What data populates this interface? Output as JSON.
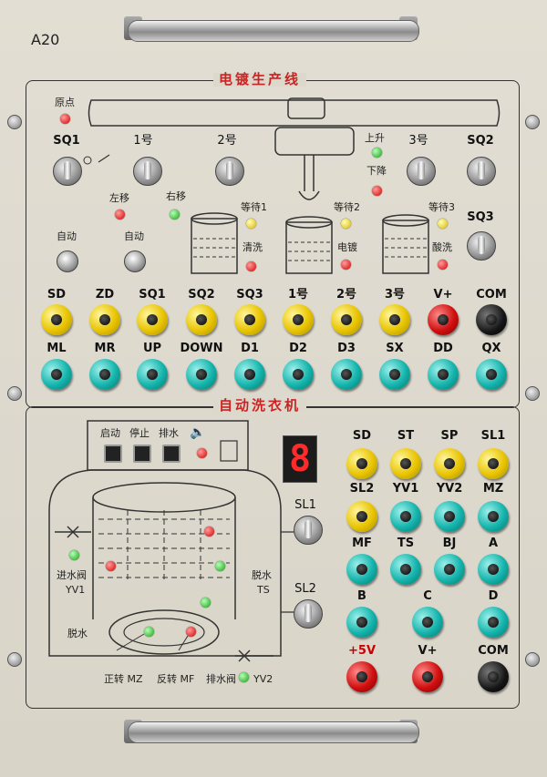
{
  "panel_id": "A20",
  "sections": {
    "top_title": "电镀生产线",
    "bottom_title": "自动洗衣机"
  },
  "plating": {
    "origin": "原点",
    "sq1": "SQ1",
    "no1": "1号",
    "no2": "2号",
    "no3": "3号",
    "sq2": "SQ2",
    "sq3": "SQ3",
    "up": "上升",
    "down": "下降",
    "left": "左移",
    "right": "右移",
    "auto1": "自动",
    "auto2": "自动",
    "wait1": "等待1",
    "wait2": "等待2",
    "wait3": "等待3",
    "rinse": "清洗",
    "plate": "电镀",
    "pickle": "酸洗"
  },
  "jacks_row1": [
    "SD",
    "ZD",
    "SQ1",
    "SQ2",
    "SQ3",
    "1号",
    "2号",
    "3号",
    "V+",
    "COM"
  ],
  "jacks_row2": [
    "ML",
    "MR",
    "UP",
    "DOWN",
    "D1",
    "D2",
    "D3",
    "SX",
    "DD",
    "QX"
  ],
  "washer": {
    "start": "启动",
    "stop": "停止",
    "drain": "排水",
    "sl1": "SL1",
    "sl2": "SL2",
    "inlet_valve": "进水阀",
    "yv1": "YV1",
    "spin_label": "脱水",
    "ts": "TS",
    "spin_left": "脱水",
    "forward": "正转 MZ",
    "reverse": "反转 MF",
    "drain_valve": "排水阀",
    "yv2": "YV2",
    "seven_seg_digit": "8"
  },
  "jacks_washer": {
    "r1": [
      "SD",
      "ST",
      "SP",
      "SL1"
    ],
    "r2": [
      "SL2",
      "YV1",
      "YV2",
      "MZ"
    ],
    "r3": [
      "MF",
      "TS",
      "BJ",
      "A"
    ],
    "r4": [
      "B",
      "C",
      "D"
    ],
    "r5": [
      "+5V",
      "V+",
      "COM"
    ]
  },
  "colors": {
    "yellow": "#e8c400",
    "teal": "#14b4ac",
    "red": "#d01010",
    "black": "#151515",
    "title": "#cc2222"
  }
}
